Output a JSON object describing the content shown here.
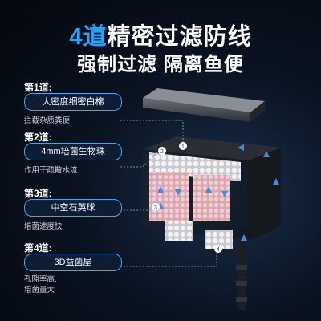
{
  "headline": {
    "number": "4道",
    "rest": "精密过滤防线"
  },
  "subheadline": "强制过滤 隔离鱼便",
  "stages": [
    {
      "label": "第1道:",
      "name": "大密度细密白棉",
      "desc": "拦截杂质粪便"
    },
    {
      "label": "第2道:",
      "name": "4mm培菌生物珠",
      "desc": "作用于疏散水流"
    },
    {
      "label": "第3道:",
      "name": "中空石英球",
      "desc": "培菌速度快"
    },
    {
      "label": "第4道:",
      "name": "3D益菌屋",
      "desc_line1": "孔隙率高,",
      "desc_line2": "培菌量大"
    }
  ],
  "markers": [
    "1",
    "2",
    "3",
    "4"
  ],
  "colors": {
    "accent": "#1fa6ff",
    "pill_border": "#4fa3e8",
    "flow_arrow": "#3f8fe0",
    "media": "#e8b8c0"
  },
  "icons": [
    "water-flow-arrow-icon",
    "filter-lid-icon",
    "intake-pipe-icon"
  ]
}
